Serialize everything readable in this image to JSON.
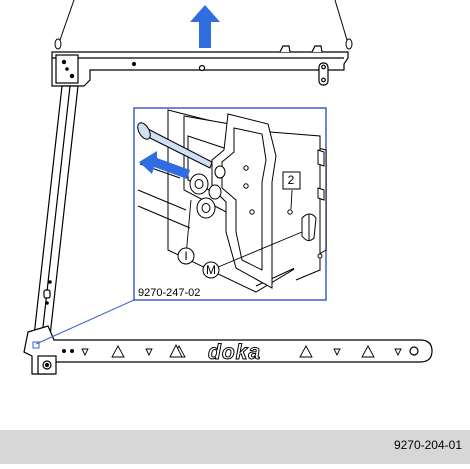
{
  "figure": {
    "footer_code": "9270-204-01",
    "detail_code": "9270-247-02",
    "brand": "doka",
    "callouts": {
      "label_2": "2",
      "label_I": "I",
      "label_M": "M"
    },
    "colors": {
      "arrow": "#2f6de0",
      "detail_frame": "#3a5fd0",
      "footer_bar": "#d7d7d7",
      "pin": "#cfe0f5"
    },
    "icons": {
      "lift_arrow": "arrow-up-icon",
      "pull_arrow": "arrow-left-icon"
    }
  }
}
